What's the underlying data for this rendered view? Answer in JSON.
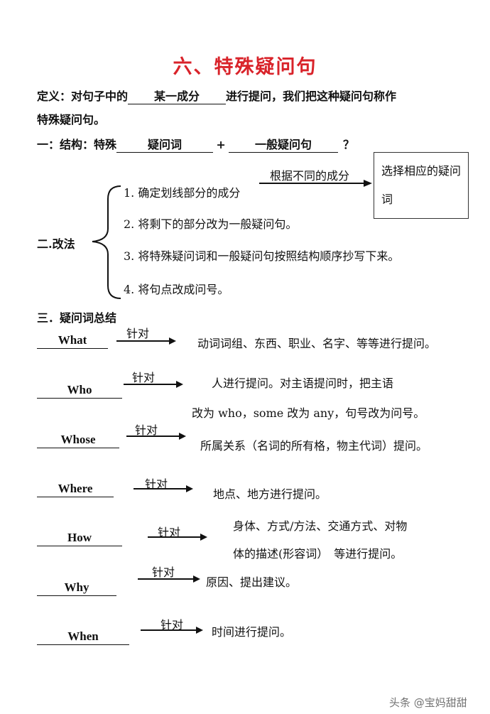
{
  "title": "六、特殊疑问句",
  "definition": {
    "prefix": "定义：对句子中的",
    "blank": "某一成分",
    "suffix": "进行提问，我们把这种疑问句称作",
    "line2": "特殊疑问句。"
  },
  "structure": {
    "prefix": "一：结构：特殊",
    "blank1": "疑问词",
    "plus": "+",
    "blank2": "一般疑问句",
    "end": "？"
  },
  "method": {
    "label": "二.改法",
    "steps": [
      "1. 确定划线部分的成分",
      "2. 将剩下的部分改为一般疑问句。",
      "3. 将特殊疑问词和一般疑问句按照结构顺序抄写下来。",
      "4. 将句点改成问号。"
    ],
    "arrow_label": "根据不同的成分",
    "box_text": "选择相应的疑问词"
  },
  "summary": {
    "heading": "三．疑问词总结",
    "arrow_label": "针对",
    "items": [
      {
        "word": "What",
        "desc": [
          "动词词组、东西、职业、名字、等等进行提问。"
        ]
      },
      {
        "word": "Who",
        "desc": [
          "人进行提问。对主语提问时，把主语",
          "改为 who，some 改为 any，句号改为问号。"
        ]
      },
      {
        "word": "Whose",
        "desc": [
          "所属关系（名词的所有格，物主代词）提问。"
        ]
      },
      {
        "word": "Where",
        "desc": [
          "地点、地方进行提问。"
        ]
      },
      {
        "word": "How",
        "desc": [
          "身体、方式/方法、交通方式、对物",
          "体的描述(形容词）　等进行提问。"
        ]
      },
      {
        "word": "Why",
        "desc": [
          "原因、提出建议。"
        ]
      },
      {
        "word": "When",
        "desc": [
          "时间进行提问。"
        ]
      }
    ]
  },
  "watermark": "头条 @宝妈甜甜",
  "colors": {
    "title": "#d9232a",
    "text": "#111111"
  }
}
